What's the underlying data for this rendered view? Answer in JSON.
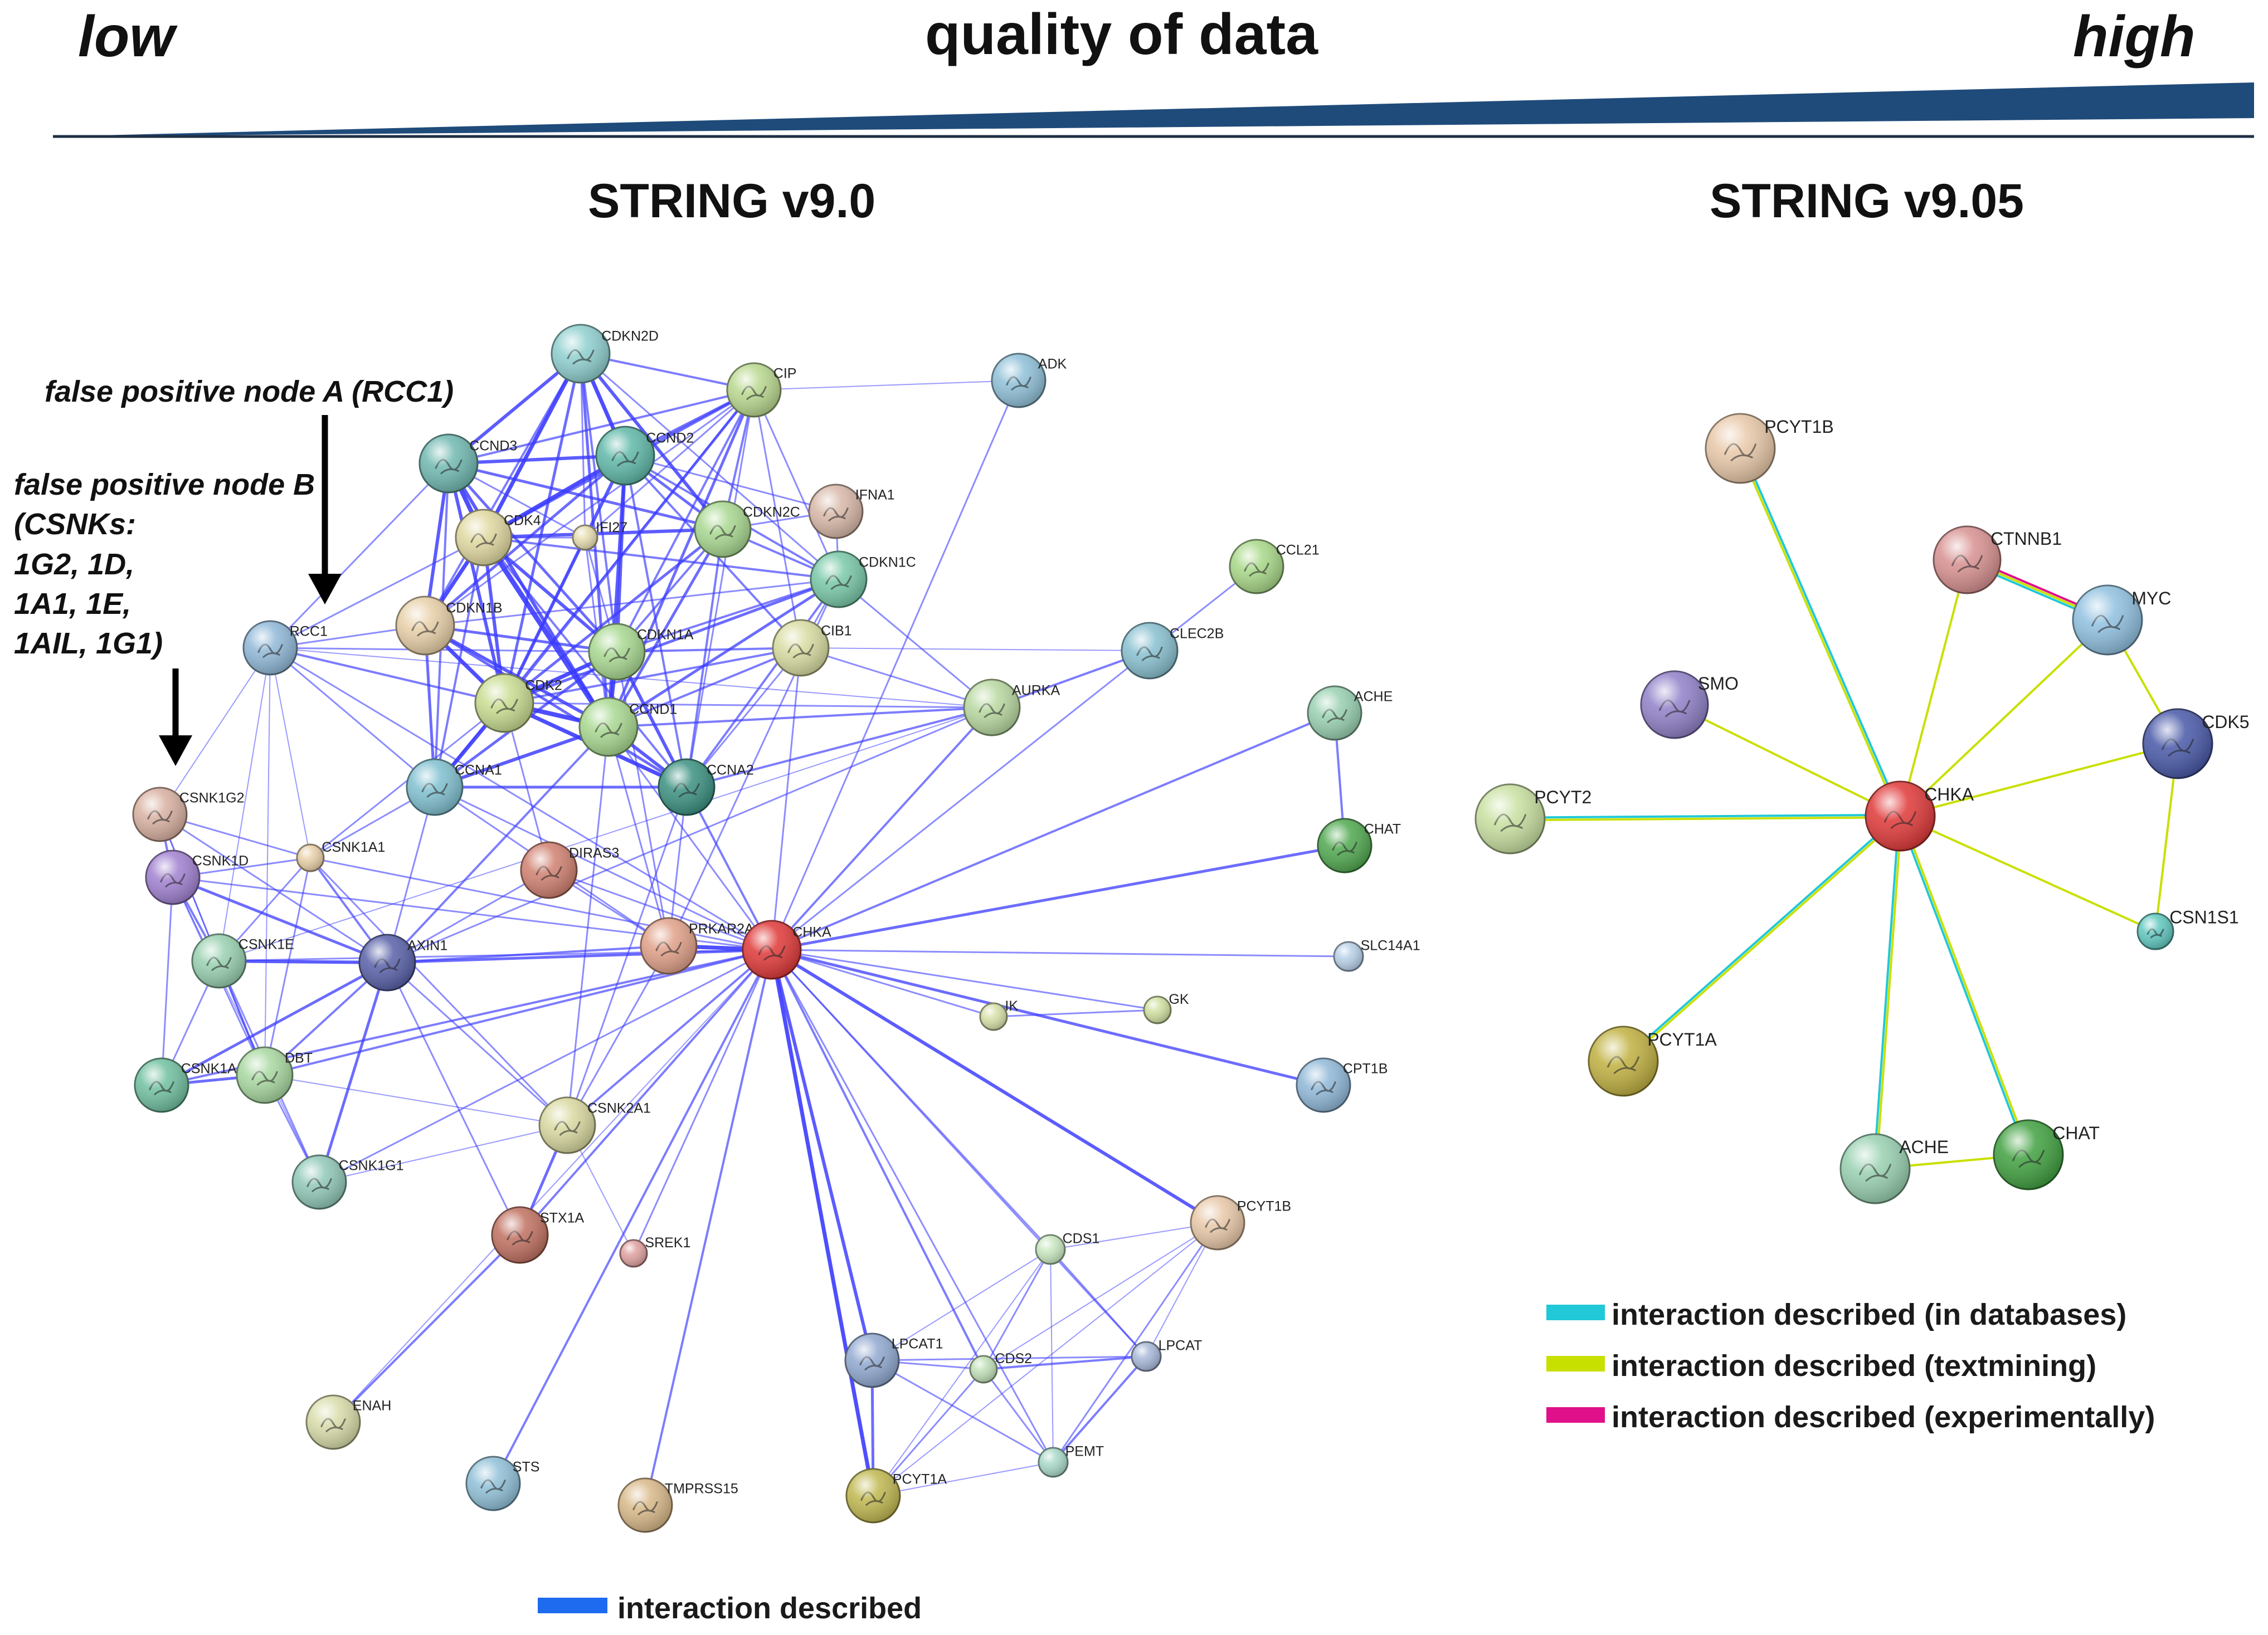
{
  "header": {
    "low_label": "low",
    "title": "quality of data",
    "high_label": "high",
    "gradient_color": "#1f4b7a"
  },
  "panels": {
    "left_title": "STRING v9.0",
    "right_title": "STRING v9.05"
  },
  "annotations": {
    "node_a": "false positive node A (RCC1)",
    "node_b_lines": [
      "false positive node B",
      "(CSNKs:",
      "1G2, 1D,",
      "1A1, 1E,",
      "1AIL, 1G1)"
    ]
  },
  "left_network": {
    "edge_color": "#3b3bff",
    "nodes": [
      {
        "id": "CDKN2D",
        "label": "CDKN2D",
        "color": "#8fcfcf"
      },
      {
        "id": "CIP",
        "label": "CIP",
        "color": "#b9d88f"
      },
      {
        "id": "ADK",
        "label": "ADK",
        "color": "#8fc0d8"
      },
      {
        "id": "CCND3",
        "label": "CCND3",
        "color": "#6fb8b0"
      },
      {
        "id": "CCND2",
        "label": "CCND2",
        "color": "#5fb8a8"
      },
      {
        "id": "IFNA1",
        "label": "IFNA1",
        "color": "#d8b8a8"
      },
      {
        "id": "CDK4",
        "label": "CDK4",
        "color": "#e0d8a0"
      },
      {
        "id": "IFI27",
        "label": "IFI27",
        "color": "#e6dcb0"
      },
      {
        "id": "CDKN2C",
        "label": "CDKN2C",
        "color": "#a8d890"
      },
      {
        "id": "CDKN1C",
        "label": "CDKN1C",
        "color": "#78c8a8"
      },
      {
        "id": "CCL21",
        "label": "CCL21",
        "color": "#a8d888"
      },
      {
        "id": "RCC1",
        "label": "RCC1",
        "color": "#90b8d8"
      },
      {
        "id": "CDKN1B",
        "label": "CDKN1B",
        "color": "#e8d0a8"
      },
      {
        "id": "CDKN1A",
        "label": "CDKN1A",
        "color": "#a8d890"
      },
      {
        "id": "CIB1",
        "label": "CIB1",
        "color": "#d8dca0"
      },
      {
        "id": "CLEC2B",
        "label": "CLEC2B",
        "color": "#88c0d0"
      },
      {
        "id": "CDK2",
        "label": "CDK2",
        "color": "#c8dc90"
      },
      {
        "id": "CCND1",
        "label": "CCND1",
        "color": "#a8d890"
      },
      {
        "id": "AURKA",
        "label": "AURKA",
        "color": "#b8d8a0"
      },
      {
        "id": "ACHE",
        "label": "ACHE",
        "color": "#98d0b0"
      },
      {
        "id": "CSNK1G2",
        "label": "CSNK1G2",
        "color": "#d8b0a0"
      },
      {
        "id": "CCNA1",
        "label": "CCNA1",
        "color": "#80c0d0"
      },
      {
        "id": "CCNA2",
        "label": "CCNA2",
        "color": "#3a9080"
      },
      {
        "id": "CHAT",
        "label": "CHAT",
        "color": "#50a850"
      },
      {
        "id": "CSNK1D",
        "label": "CSNK1D",
        "color": "#a080d0"
      },
      {
        "id": "CSNK1A1",
        "label": "CSNK1A1",
        "color": "#e8d0a8"
      },
      {
        "id": "DIRAS3",
        "label": "DIRAS3",
        "color": "#d08070"
      },
      {
        "id": "PRKAR2A",
        "label": "PRKAR2A",
        "color": "#e0a088"
      },
      {
        "id": "CHKA",
        "label": "CHKA",
        "color": "#e03838"
      },
      {
        "id": "SLC14A1",
        "label": "SLC14A1",
        "color": "#b8d0e8"
      },
      {
        "id": "CSNK1E",
        "label": "CSNK1E",
        "color": "#98d0b0"
      },
      {
        "id": "AXIN1",
        "label": "AXIN1",
        "color": "#5860a8"
      },
      {
        "id": "IK",
        "label": "IK",
        "color": "#d8e0a8"
      },
      {
        "id": "GK",
        "label": "GK",
        "color": "#d0e0a0"
      },
      {
        "id": "CSNK1A1L",
        "label": "CSNK1A1L",
        "color": "#70c0a0"
      },
      {
        "id": "DBT",
        "label": "DBT",
        "color": "#a8d8a0"
      },
      {
        "id": "CPT1B",
        "label": "CPT1B",
        "color": "#90b8d8"
      },
      {
        "id": "CSNK2A1",
        "label": "CSNK2A1",
        "color": "#d8d8a0"
      },
      {
        "id": "CSNK1G1",
        "label": "CSNK1G1",
        "color": "#90c8b8"
      },
      {
        "id": "STX1A",
        "label": "STX1A",
        "color": "#c07060"
      },
      {
        "id": "SREK1",
        "label": "SREK1",
        "color": "#e0a0a0"
      },
      {
        "id": "CDS1",
        "label": "CDS1",
        "color": "#c8e8c0"
      },
      {
        "id": "PCYT1B",
        "label": "PCYT1B",
        "color": "#e8c8a8"
      },
      {
        "id": "LPCAT1",
        "label": "LPCAT1",
        "color": "#90a8d0"
      },
      {
        "id": "CDS2",
        "label": "CDS2",
        "color": "#c0e0b8"
      },
      {
        "id": "LPCAT",
        "label": "LPCAT",
        "color": "#a8b8d8"
      },
      {
        "id": "ENAH",
        "label": "ENAH",
        "color": "#d8dca8"
      },
      {
        "id": "PEMT",
        "label": "PEMT",
        "color": "#a8d8c8"
      },
      {
        "id": "STS",
        "label": "STS",
        "color": "#90c0d8"
      },
      {
        "id": "TMPRSS15",
        "label": "TMPRSS15",
        "color": "#d8b888"
      },
      {
        "id": "PCYT1A",
        "label": "PCYT1A",
        "color": "#c0b850"
      }
    ]
  },
  "right_network": {
    "nodes": [
      {
        "id": "PCYT1B",
        "label": "PCYT1B",
        "color": "#e8c8a8"
      },
      {
        "id": "CTNNB1",
        "label": "CTNNB1",
        "color": "#d89090"
      },
      {
        "id": "MYC",
        "label": "MYC",
        "color": "#90c0e0"
      },
      {
        "id": "SMO",
        "label": "SMO",
        "color": "#9080c8"
      },
      {
        "id": "CDK5",
        "label": "CDK5",
        "color": "#4858a8"
      },
      {
        "id": "PCYT2",
        "label": "PCYT2",
        "color": "#c8e0a0"
      },
      {
        "id": "CHKA",
        "label": "CHKA",
        "color": "#e03838"
      },
      {
        "id": "CSN1S1",
        "label": "CSN1S1",
        "color": "#60c8c0"
      },
      {
        "id": "PCYT1A",
        "label": "PCYT1A",
        "color": "#c0b040"
      },
      {
        "id": "ACHE",
        "label": "ACHE",
        "color": "#98d0b0"
      },
      {
        "id": "CHAT",
        "label": "CHAT",
        "color": "#40a040"
      }
    ]
  },
  "legend_left": {
    "label": "interaction described",
    "color": "#1f6bf0"
  },
  "legend_right": [
    {
      "label": "interaction described (in databases)",
      "color": "#20c8d8"
    },
    {
      "label": "interaction described (textmining)",
      "color": "#c8e000"
    },
    {
      "label": "interaction described (experimentally)",
      "color": "#e0108a"
    }
  ]
}
